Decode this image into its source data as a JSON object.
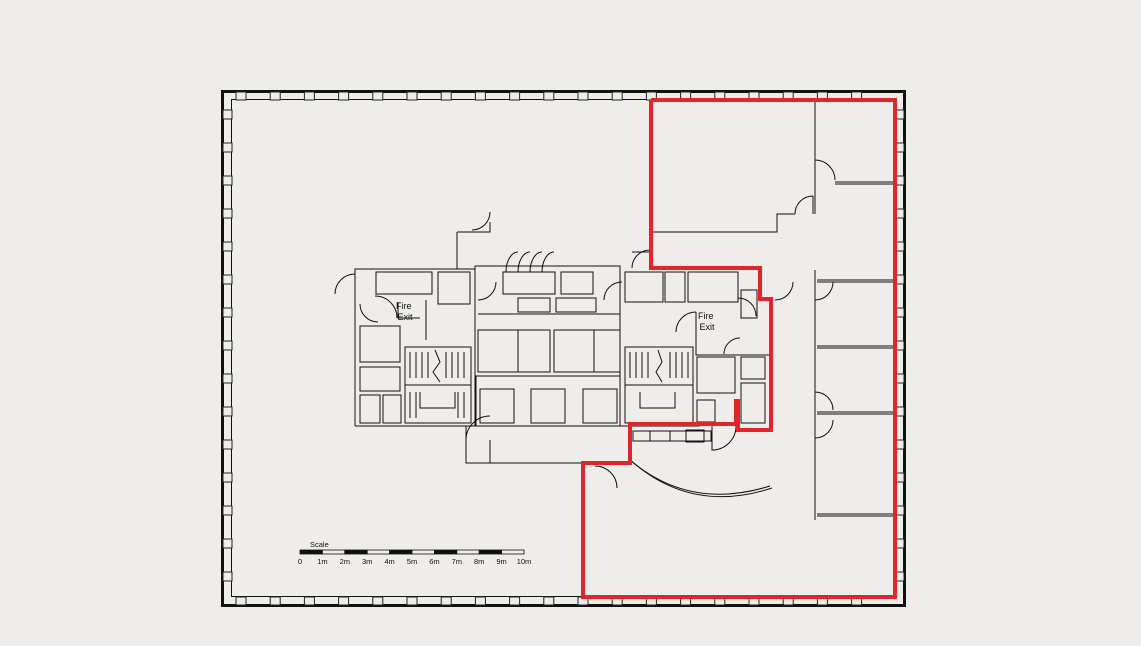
{
  "labels": {
    "fire_exit_left": [
      "Fire",
      "Exit"
    ],
    "fire_exit_right": [
      "Fire",
      "Exit"
    ]
  },
  "scale_bar": {
    "caption": "Scale",
    "ticks": [
      "0",
      "1m",
      "2m",
      "3m",
      "4m",
      "5m",
      "6m",
      "7m",
      "8m",
      "9m",
      "10m"
    ]
  },
  "colors": {
    "background": "#efede9",
    "wall": "#111111",
    "highlight": "#e0262b"
  }
}
